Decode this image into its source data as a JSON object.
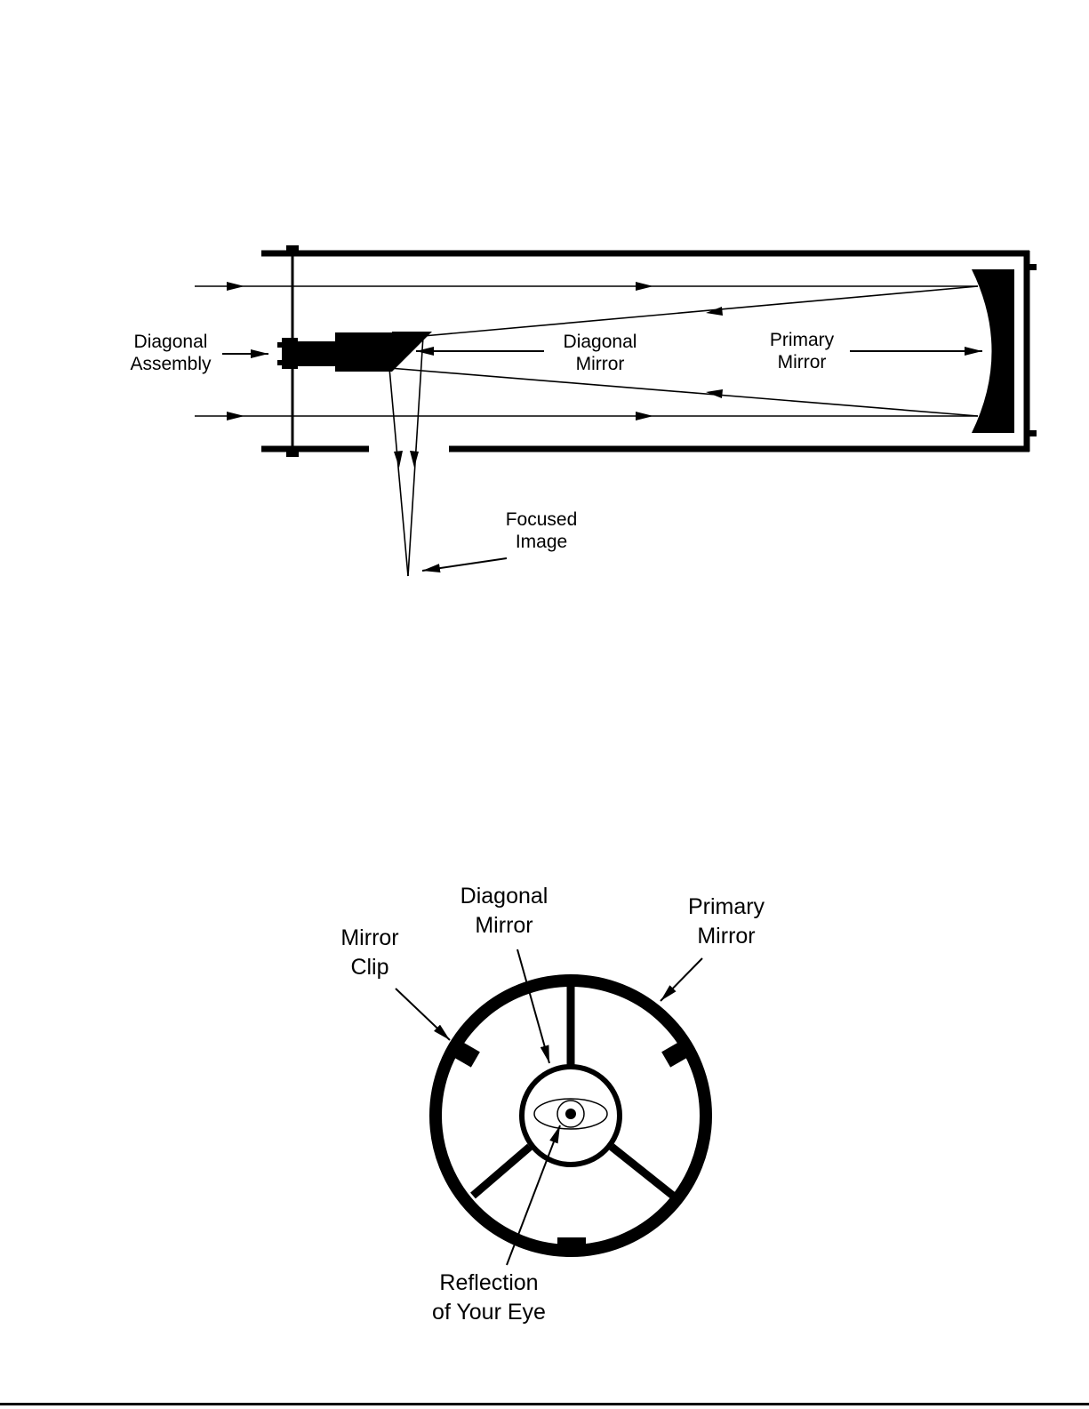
{
  "top_diagram": {
    "labels": {
      "diagonal_assembly": [
        "Diagonal",
        "Assembly"
      ],
      "diagonal_mirror": [
        "Diagonal",
        "Mirror"
      ],
      "primary_mirror": [
        "Primary",
        "Mirror"
      ],
      "focused_image": [
        "Focused",
        "Image"
      ]
    }
  },
  "bottom_diagram": {
    "labels": {
      "mirror_clip": [
        "Mirror",
        "Clip"
      ],
      "diagonal_mirror": [
        "Diagonal",
        "Mirror"
      ],
      "primary_mirror": [
        "Primary",
        "Mirror"
      ],
      "reflection": [
        "Reflection",
        "of Your Eye"
      ]
    }
  },
  "colors": {
    "ink": "#000000",
    "paper": "#ffffff"
  }
}
